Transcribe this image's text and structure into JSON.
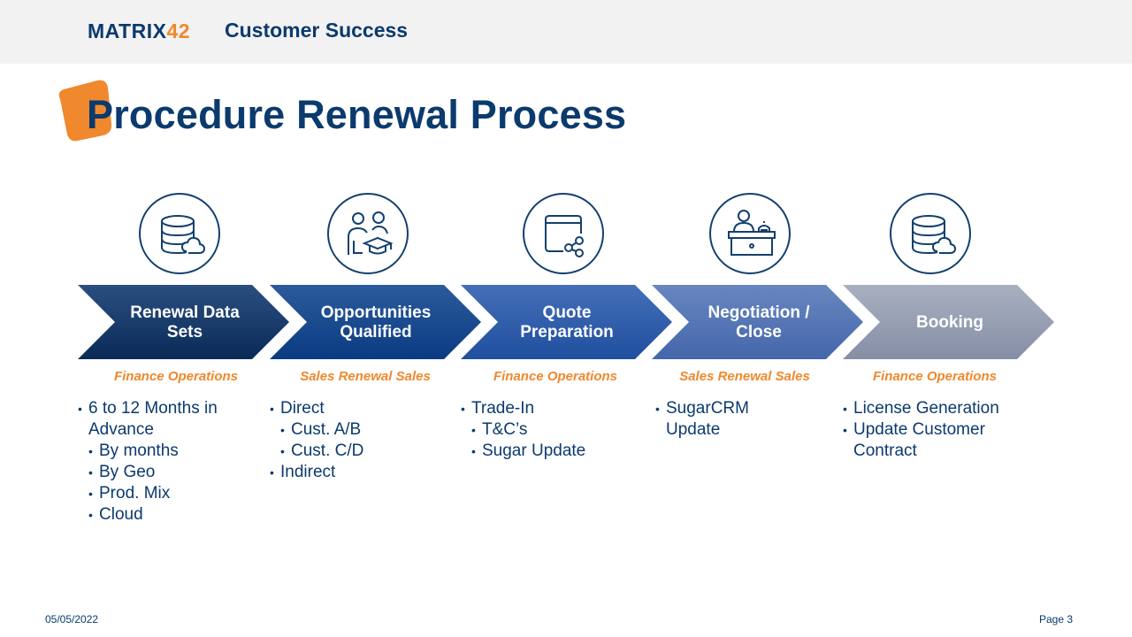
{
  "header": {
    "logo_text": "MATRIX",
    "logo_number": "42",
    "title": "Customer Success"
  },
  "page_title": "Procedure Renewal Process",
  "steps": [
    {
      "label_line1": "Renewal Data",
      "label_line2": "Sets",
      "role": "Finance Operations",
      "icon": "database-cloud-icon",
      "bullets": [
        {
          "text": "6 to 12 Months in",
          "level": 1
        },
        {
          "text": "Advance",
          "level": 0
        },
        {
          "text": "By months",
          "level": 2
        },
        {
          "text": "By Geo",
          "level": 2
        },
        {
          "text": "Prod. Mix",
          "level": 2
        },
        {
          "text": "Cloud",
          "level": 2
        }
      ]
    },
    {
      "label_line1": "Opportunities",
      "label_line2": "Qualified",
      "role": "Sales Renewal Sales",
      "icon": "people-graduation-icon",
      "bullets": [
        {
          "text": "Direct",
          "level": 1
        },
        {
          "text": "Cust. A/B",
          "level": 2
        },
        {
          "text": "Cust. C/D",
          "level": 2
        },
        {
          "text": "Indirect",
          "level": 1
        }
      ]
    },
    {
      "label_line1": "Quote",
      "label_line2": "Preparation",
      "role": "Finance Operations",
      "icon": "window-share-icon",
      "bullets": [
        {
          "text": "Trade-In",
          "level": 1
        },
        {
          "text": "T&C’s",
          "level": 2
        },
        {
          "text": "Sugar Update",
          "level": 2
        }
      ]
    },
    {
      "label_line1": "Negotiation /",
      "label_line2": "Close",
      "role": "Sales Renewal Sales",
      "icon": "reception-desk-icon",
      "bullets": [
        {
          "text": "SugarCRM",
          "level": 1
        },
        {
          "text": "Update",
          "level": 0
        }
      ]
    },
    {
      "label_line1": "Booking",
      "label_line2": "",
      "role": "Finance Operations",
      "icon": "database-cloud-icon",
      "bullets": [
        {
          "text": "License Generation",
          "level": 1
        },
        {
          "text": "Update Customer",
          "level": 1
        },
        {
          "text": "Contract",
          "level": 0
        }
      ]
    }
  ],
  "colors": {
    "brand_blue": "#0b3a6e",
    "accent_orange": "#f0882d",
    "chevron_1": "#0d2f5e",
    "chevron_2": "#0f3f84",
    "chevron_3": "#2456a6",
    "chevron_4": "#4a6fb1",
    "chevron_5": "#8e97ad"
  },
  "footer": {
    "date": "05/05/2022",
    "page": "Page 3"
  }
}
